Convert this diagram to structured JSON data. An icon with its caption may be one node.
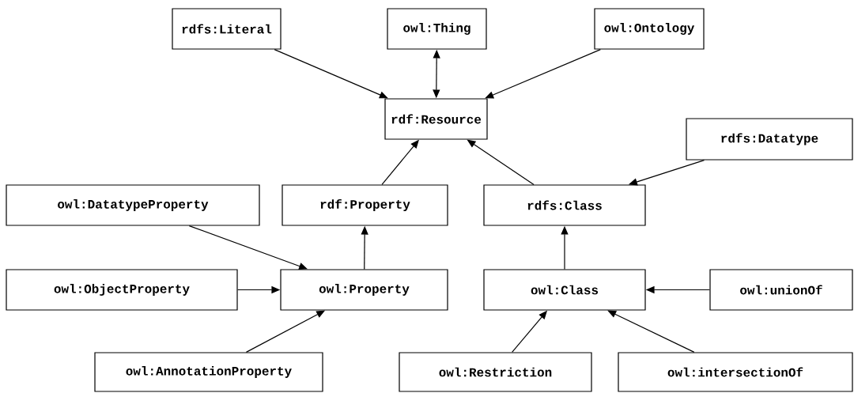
{
  "diagram": {
    "nodes": [
      {
        "text": [
          "rdfs:Literal"
        ]
      },
      {
        "text": [
          "owl:Thing"
        ]
      },
      {
        "text": [
          "owl:Ontology"
        ]
      },
      {
        "text": [
          "rdf:Resource"
        ]
      },
      {
        "text": [
          "rdfs:Datatype"
        ]
      },
      {
        "text": [
          "owl:DatatypeProperty"
        ]
      },
      {
        "text": [
          "rdf:Property"
        ]
      },
      {
        "text": [
          "rdfs:Class"
        ]
      },
      {
        "text": [
          "owl:ObjectProperty"
        ]
      },
      {
        "text": [
          "owl:Property"
        ]
      },
      {
        "text": [
          "owl:Class"
        ]
      },
      {
        "text": [
          "owl:unionOf"
        ]
      },
      {
        "text": [
          "owl:AnnotationProperty"
        ]
      },
      {
        "text": [
          "owl:Restriction"
        ]
      },
      {
        "text": [
          "owl:intersectionOf"
        ]
      }
    ],
    "edges": [
      {
        "from": 0,
        "to": 3,
        "arrow": "to"
      },
      {
        "from": 1,
        "to": 3,
        "arrow": "both"
      },
      {
        "from": 2,
        "to": 3,
        "arrow": "to"
      },
      {
        "from": 6,
        "to": 3,
        "arrow": "to"
      },
      {
        "from": 7,
        "to": 3,
        "arrow": "to"
      },
      {
        "from": 4,
        "to": 7,
        "arrow": "to"
      },
      {
        "from": 5,
        "to": 9,
        "arrow": "to"
      },
      {
        "from": 8,
        "to": 9,
        "arrow": "to"
      },
      {
        "from": 9,
        "to": 6,
        "arrow": "to"
      },
      {
        "from": 10,
        "to": 7,
        "arrow": "to"
      },
      {
        "from": 11,
        "to": 10,
        "arrow": "to"
      },
      {
        "from": 12,
        "to": 9,
        "arrow": "to"
      },
      {
        "from": 13,
        "to": 10,
        "arrow": "to"
      },
      {
        "from": 14,
        "to": 10,
        "arrow": "to"
      }
    ]
  }
}
